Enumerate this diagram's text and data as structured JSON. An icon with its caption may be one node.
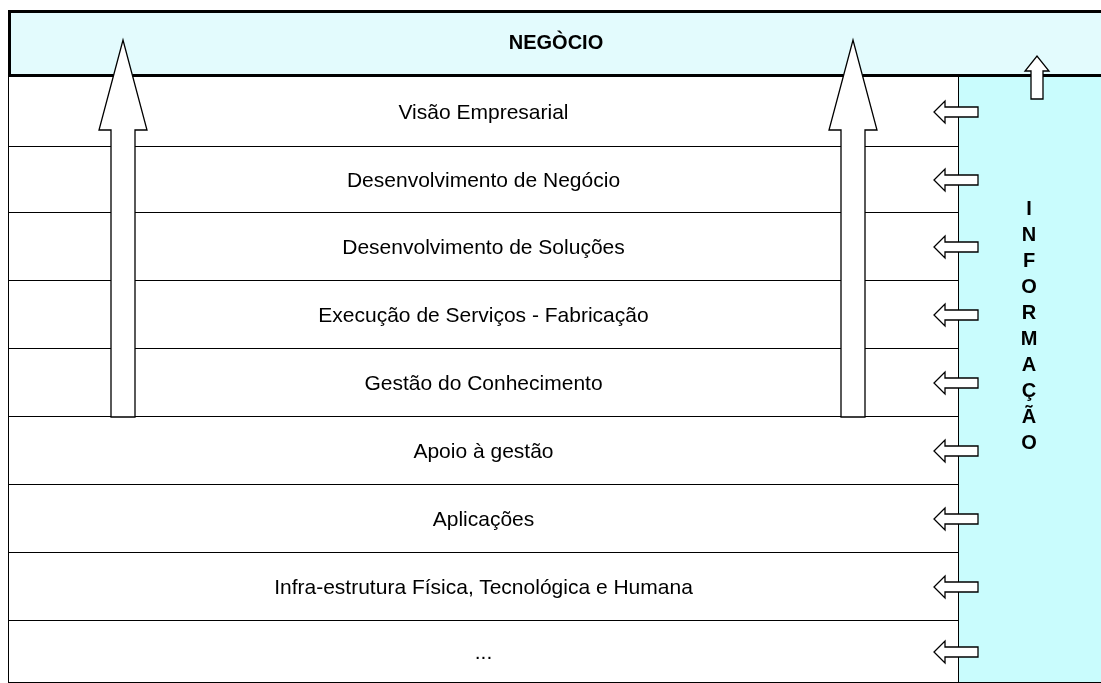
{
  "diagram": {
    "nodes": [
      {
        "text": [
          "NEGÒCIO"
        ]
      },
      {
        "text": [
          "Visão Empresarial"
        ]
      },
      {
        "text": [
          "Desenvolvimento de Negócio"
        ]
      },
      {
        "text": [
          "Desenvolvimento de Soluções"
        ]
      },
      {
        "text": [
          "Execução de Serviços - Fabricação"
        ]
      },
      {
        "text": [
          "Gestão do Conhecimento"
        ]
      },
      {
        "text": [
          "Apoio à gestão"
        ]
      },
      {
        "text": [
          "Aplicações"
        ]
      },
      {
        "text": [
          "Infra-estrutura Física, Tecnológica e Humana"
        ]
      },
      {
        "text": [
          "..."
        ]
      },
      {
        "text": [
          "INFORMAÇÃO"
        ]
      }
    ],
    "edges": [
      {
        "from": 10,
        "to": 1,
        "arrow": "to"
      },
      {
        "from": 10,
        "to": 2,
        "arrow": "to"
      },
      {
        "from": 10,
        "to": 3,
        "arrow": "to"
      },
      {
        "from": 10,
        "to": 4,
        "arrow": "to"
      },
      {
        "from": 10,
        "to": 5,
        "arrow": "to"
      },
      {
        "from": 10,
        "to": 6,
        "arrow": "to"
      },
      {
        "from": 10,
        "to": 7,
        "arrow": "to"
      },
      {
        "from": 10,
        "to": 8,
        "arrow": "to"
      },
      {
        "from": 10,
        "to": 9,
        "arrow": "to"
      },
      {
        "from": 10,
        "to": 0,
        "arrow": "to"
      },
      {
        "from": 5,
        "to": 0,
        "arrow": "to"
      },
      {
        "from": 5,
        "to": 0,
        "arrow": "to"
      }
    ]
  }
}
